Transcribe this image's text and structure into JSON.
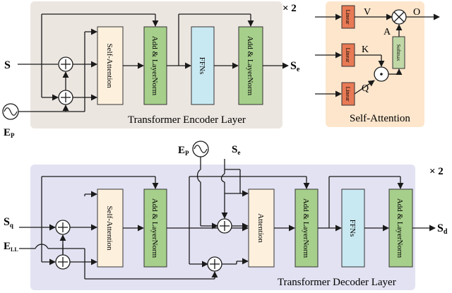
{
  "encoder": {
    "layer_label": "Transformer Encoder Layer",
    "repeat": "× 2",
    "input_label": "S",
    "pos_label": "E",
    "pos_sub": "P",
    "output_label": "S",
    "output_sub": "e",
    "blocks": {
      "self_attention": "Self-Attention",
      "add_norm_1": "Add & LayerNorm",
      "ffns": "FFNs",
      "add_norm_2": "Add & LayerNorm"
    }
  },
  "self_attention_detail": {
    "title": "Self-Attention",
    "linear": "Linear",
    "softmax": "Softmax",
    "v": "V",
    "k": "K",
    "q": "Q",
    "a": "A",
    "o": "O"
  },
  "decoder": {
    "layer_label": "Transformer Decoder Layer",
    "repeat": "× 2",
    "input_label": "S",
    "input_sub": "q",
    "pos_label": "E",
    "pos_sub": "P",
    "enc_label": "S",
    "enc_sub": "e",
    "ll_label": "E",
    "ll_sub": "LL",
    "output_label": "S",
    "output_sub": "d",
    "blocks": {
      "self_attention": "Self-Attention",
      "add_norm_1": "Add & LayerNorm",
      "attention": "Attention",
      "add_norm_2": "Add & LayerNorm",
      "ffns": "FFNs",
      "add_norm_3": "Add & LayerNorm"
    }
  },
  "colors": {
    "encoder_bg": "#ece6e1",
    "attn_bg": "#fde6cc",
    "decoder_bg": "#e3e2f2",
    "attention_block": "#fdf1de",
    "addnorm_block": "#a6cf8b",
    "ffn_block": "#c9e9f2",
    "linear_block": "#e87a55",
    "softmax_block": "#bfd8a6"
  }
}
